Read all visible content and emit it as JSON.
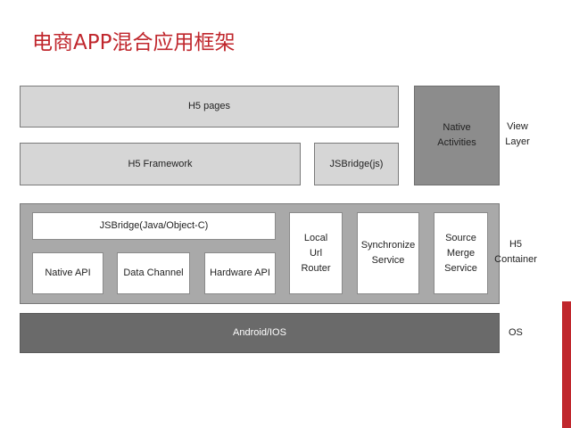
{
  "title": "电商APP混合应用框架",
  "colors": {
    "title": "#c0272d",
    "accent_bar": "#c0272d"
  },
  "view_layer": {
    "h5_pages": "H5 pages",
    "h5_framework": "H5 Framework",
    "jsbridge_js": "JSBridge(js)",
    "native_activities": [
      "Native",
      "Activities"
    ],
    "label": [
      "View",
      "Layer"
    ]
  },
  "h5_container": {
    "jsbridge_native": "JSBridge(Java/Object-C)",
    "native_api": "Native API",
    "data_channel": "Data Channel",
    "hardware_api": "Hardware API",
    "local_url_router": [
      "Local",
      "Url",
      "Router"
    ],
    "synchronize_service": [
      "Synchronize",
      "Service"
    ],
    "source_merge_service": [
      "Source",
      "Merge",
      "Service"
    ],
    "label": [
      "H5",
      "Container"
    ]
  },
  "os_layer": {
    "android_ios": "Android/IOS",
    "label": "OS"
  }
}
